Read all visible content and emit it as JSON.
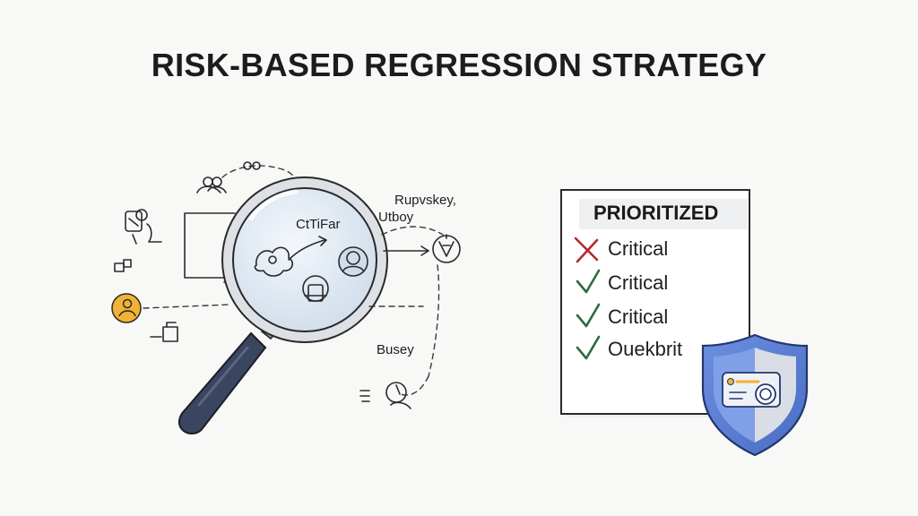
{
  "title": "RISK-BASED REGRESSION STRATEGY",
  "colors": {
    "accent_blue": "#5b7fd6",
    "check_green": "#2f6b3a",
    "cross_red": "#b8262c",
    "user_yellow": "#f2b233",
    "lens_tint": "#e3edf7",
    "handle": "#3a4560"
  },
  "left_panel": {
    "lens_label": "CtTiFar",
    "labels": {
      "top_right": "Rupvskey,",
      "right": "Utboy",
      "bottom": "Busey"
    },
    "icons": [
      "user-group-icon",
      "person-icon",
      "window-icon",
      "user-circle-icon",
      "box-icon",
      "magnifier-icon",
      "gauge-icon",
      "gear-icon",
      "person-head-icon",
      "document-icon"
    ]
  },
  "checklist": {
    "title": "PRIORITIZED",
    "items": [
      {
        "label": "Critical",
        "status": "cross"
      },
      {
        "label": "Critical",
        "status": "check"
      },
      {
        "label": "Critical",
        "status": "check"
      },
      {
        "label": "Ouekbrit",
        "status": "check"
      }
    ]
  },
  "shield": {
    "icon": "shield-icon"
  }
}
